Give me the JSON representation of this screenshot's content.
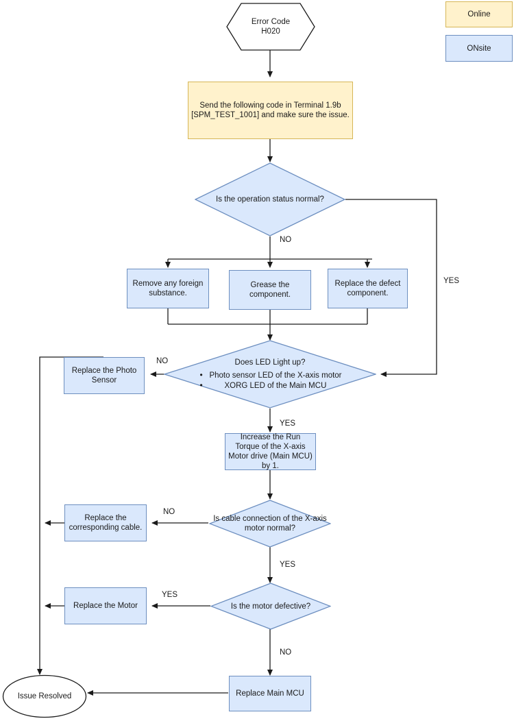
{
  "legend": {
    "items": [
      {
        "label": "Online",
        "fill": "#fff2cc",
        "stroke": "#d6b656"
      },
      {
        "label": "ONsite",
        "fill": "#dae8fc",
        "stroke": "#6c8ebf"
      }
    ]
  },
  "colors": {
    "online_fill": "#fff2cc",
    "online_stroke": "#d6b656",
    "onsite_fill": "#dae8fc",
    "onsite_stroke": "#6c8ebf",
    "terminal_stroke": "#1a1a1a",
    "connector": "#1a1a1a"
  },
  "nodes": {
    "start": {
      "label": "Error Code\nH020",
      "shape": "hexagon"
    },
    "send_code": {
      "label": "Send the following code in Terminal 1.9b [SPM_TEST_1001] and make sure the issue.",
      "shape": "process"
    },
    "op_status": {
      "label": "Is the operation status normal?",
      "shape": "decision"
    },
    "remove_foreign": {
      "label": "Remove any foreign substance.",
      "shape": "process"
    },
    "grease": {
      "label": "Grease the component.",
      "shape": "process"
    },
    "replace_defect": {
      "label": "Replace the defect component.",
      "shape": "process"
    },
    "led_check": {
      "title": "Does LED Light up?",
      "bullets": [
        "Photo sensor LED of the X-axis motor",
        "XORG LED of the Main MCU"
      ],
      "shape": "decision"
    },
    "replace_photo_sensor": {
      "label": "Replace the Photo Sensor",
      "shape": "process"
    },
    "increase_torque": {
      "label": "Increase the Run Torque of the X-axis Motor drive (Main MCU) by 1.",
      "shape": "process"
    },
    "cable_check": {
      "label": "Is cable connection of the X-axis motor normal?",
      "shape": "decision"
    },
    "replace_cable": {
      "label": "Replace the corresponding cable.",
      "shape": "process"
    },
    "motor_defective": {
      "label": "Is the motor defective?",
      "shape": "decision"
    },
    "replace_motor": {
      "label": "Replace the Motor",
      "shape": "process"
    },
    "replace_main_mcu": {
      "label": "Replace Main MCU",
      "shape": "process"
    },
    "issue_resolved": {
      "label": "Issue Resolved",
      "shape": "terminator"
    }
  },
  "edge_labels": {
    "op_status_no": "NO",
    "op_status_yes": "YES",
    "led_no": "NO",
    "led_yes": "YES",
    "cable_no": "NO",
    "cable_yes": "YES",
    "motor_yes": "YES",
    "motor_no": "NO"
  }
}
